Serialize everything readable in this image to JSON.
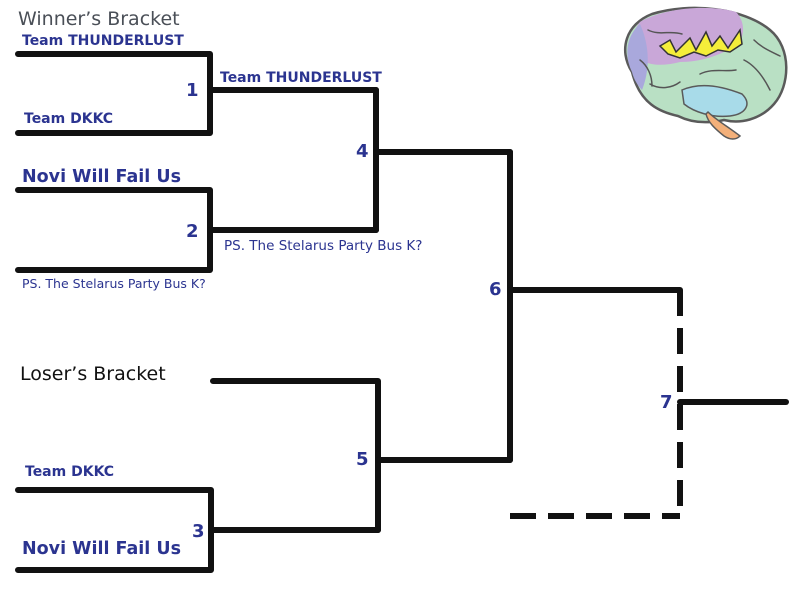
{
  "headings": {
    "winner": "Winner’s Bracket",
    "loser": "Loser’s Bracket"
  },
  "round1": {
    "m1_top": "Team THUNDERLUST",
    "m1_bottom": "Team DKKC",
    "m2_top": "Novi Will Fail Us",
    "m2_bottom": "PS. The Stelarus Party Bus K?"
  },
  "round2": {
    "m4_top": "Team THUNDERLUST",
    "m4_bottom": "PS. The Stelarus Party Bus K?"
  },
  "losers": {
    "m3_top": "Team DKKC",
    "m3_bottom": "Novi Will Fail Us"
  },
  "match_numbers": {
    "m1": "1",
    "m2": "2",
    "m3": "3",
    "m4": "4",
    "m5": "5",
    "m6": "6",
    "m7": "7"
  },
  "colors": {
    "lines": "#111111",
    "team_text": "#2b3490",
    "brain_purple": "#c9a7d8",
    "brain_blue": "#a9c6ea",
    "brain_green": "#b9e0c4",
    "brain_yellow": "#f4ee3a",
    "cerebellum": "#a8dbe9",
    "brainstem": "#f3b07a"
  },
  "image": {
    "icon": "brain-illustration"
  }
}
